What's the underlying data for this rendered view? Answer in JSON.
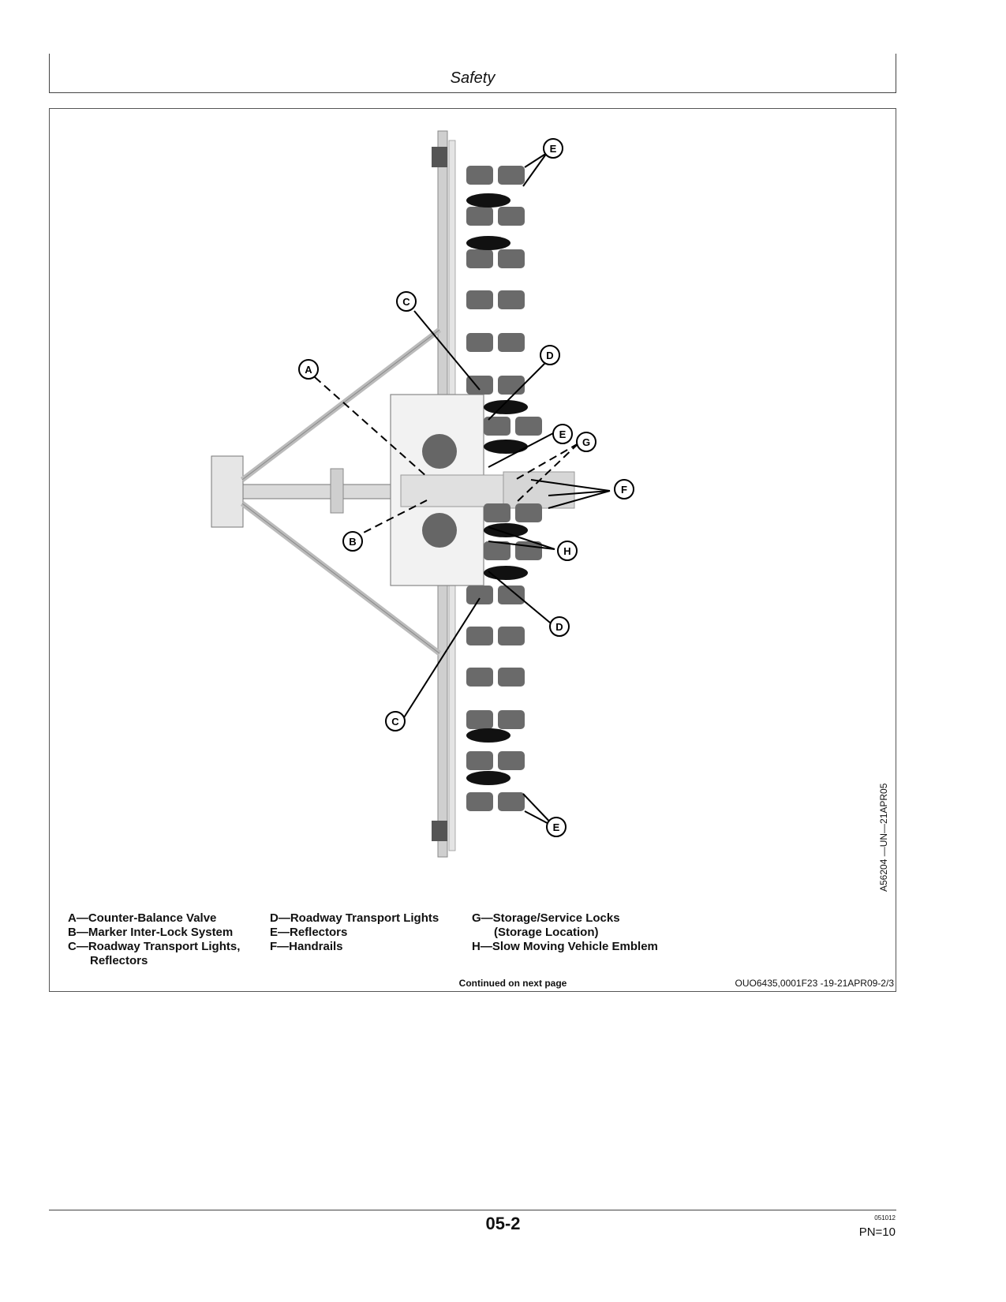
{
  "header": {
    "title": "Safety"
  },
  "figure": {
    "callouts": [
      "A",
      "B",
      "C",
      "D",
      "E",
      "F",
      "G",
      "H"
    ],
    "side_reference": "A56204 —UN—21APR05"
  },
  "legend": {
    "col1": [
      "A—Counter-Balance Valve",
      "B—Marker Inter-Lock System",
      "C—Roadway Transport Lights,",
      "Reflectors"
    ],
    "col2": [
      "D—Roadway Transport Lights",
      "E—Reflectors",
      "F—Handrails"
    ],
    "col3": [
      "G—Storage/Service Locks",
      "(Storage Location)",
      "H—Slow Moving Vehicle Emblem"
    ]
  },
  "continued": "Continued on next page",
  "reference_code": "OUO6435,0001F23 -19-21APR09-2/3",
  "footer": {
    "page_number": "05-2",
    "date_code": "051012",
    "pn": "PN=10"
  }
}
